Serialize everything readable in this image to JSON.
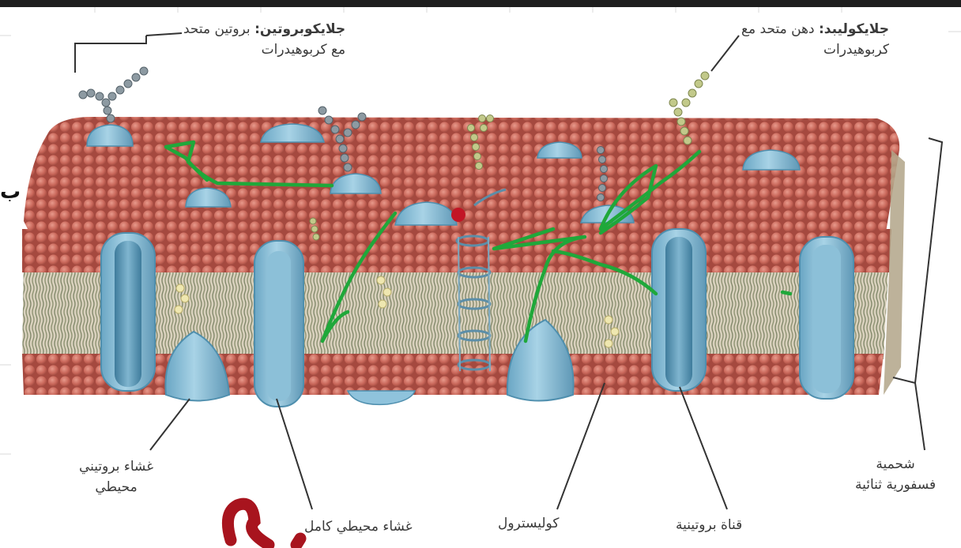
{
  "labels": {
    "glycoprotein_term": "جلايكوبروتين:",
    "glycoprotein_desc1": "بروتين متحد",
    "glycoprotein_desc2": "مع كربوهيدرات",
    "glycolipid_term": "جلايكوليبد:",
    "glycolipid_desc1": "دهن متحد مع",
    "glycolipid_desc2": "كربوهيدرات",
    "peripheral_protein_1": "غشاء بروتيني",
    "peripheral_protein_2": "محيطي",
    "integral_protein": "غشاء محيطي كامل",
    "cholesterol": "كوليسترول",
    "protein_channel": "قناة بروتينية",
    "bilayer_1": "شحمية",
    "bilayer_2": "فسفورية ثنائية"
  },
  "edge_letter": "ب",
  "colors": {
    "phospholipid_head": "#c9675a",
    "phospholipid_head_shade": "#a84c42",
    "tail_band": "#b8a98c",
    "protein_blue": "#8fc3dc",
    "protein_blue_dark": "#4f8fae",
    "annotation_green": "#1fa83a",
    "annotation_red": "#b0141e",
    "carbohydrate": "#9aa56a",
    "leader_line": "#333333"
  }
}
